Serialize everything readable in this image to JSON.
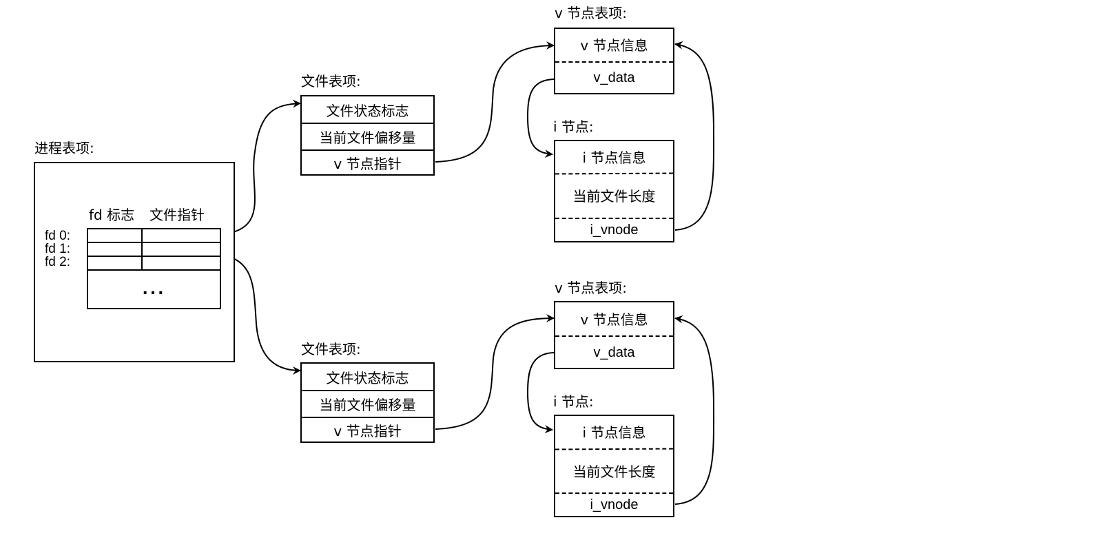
{
  "colors": {
    "stroke": "#000000",
    "background": "#ffffff"
  },
  "process_entry": {
    "title": "进程表项:",
    "col_headers": [
      "fd 标志",
      "文件指针"
    ],
    "rows": [
      "fd 0:",
      "fd 1:",
      "fd 2:"
    ],
    "ellipsis": "..."
  },
  "file_entries": [
    {
      "title": "文件表项:",
      "fields": [
        "文件状态标志",
        "当前文件偏移量",
        "v 节点指针"
      ]
    },
    {
      "title": "文件表项:",
      "fields": [
        "文件状态标志",
        "当前文件偏移量",
        "v 节点指针"
      ]
    }
  ],
  "vnode_entries": [
    {
      "title": "v 节点表项:",
      "fields": [
        "v 节点信息",
        "v_data"
      ]
    },
    {
      "title": "v 节点表项:",
      "fields": [
        "v 节点信息",
        "v_data"
      ]
    }
  ],
  "inodes": [
    {
      "title": "i 节点:",
      "fields": [
        "i 节点信息",
        "当前文件长度",
        "i_vnode"
      ]
    },
    {
      "title": "i 节点:",
      "fields": [
        "i 节点信息",
        "当前文件长度",
        "i_vnode"
      ]
    }
  ],
  "connections": [
    {
      "from": "fd 0 文件指针",
      "to": "文件表项 1"
    },
    {
      "from": "fd 1 文件指针",
      "to": "文件表项 2"
    },
    {
      "from": "文件表项 1 v 节点指针",
      "to": "v 节点表项 1"
    },
    {
      "from": "文件表项 2 v 节点指针",
      "to": "v 节点表项 2"
    },
    {
      "from": "v 节点表项 1 v_data",
      "to": "i 节点 1"
    },
    {
      "from": "v 节点表项 2 v_data",
      "to": "i 节点 2"
    },
    {
      "from": "i 节点 1 i_vnode",
      "to": "v 节点表项 1"
    },
    {
      "from": "i 节点 2 i_vnode",
      "to": "v 节点表项 2"
    }
  ]
}
